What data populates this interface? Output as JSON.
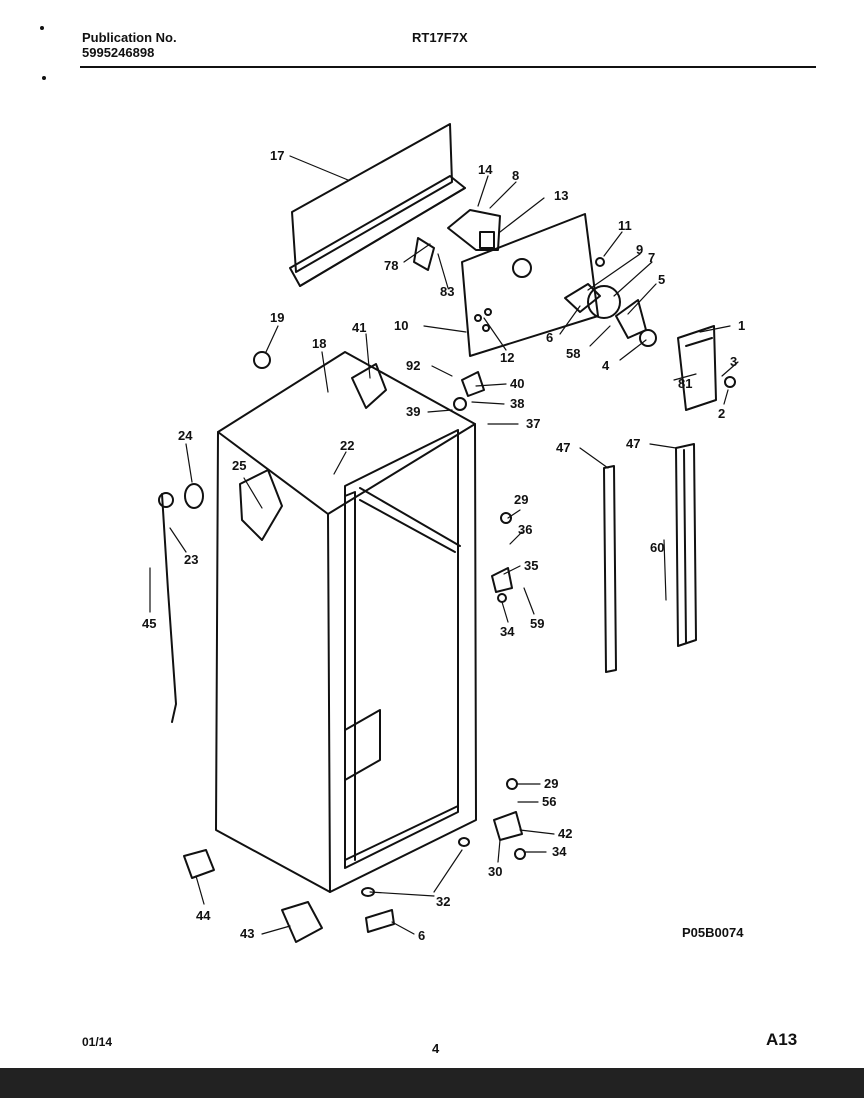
{
  "header": {
    "publication_label": "Publication No.",
    "publication_number": "5995246898",
    "model": "RT17F7X"
  },
  "diagram": {
    "callouts": [
      "17",
      "14",
      "8",
      "13",
      "11",
      "9",
      "7",
      "5",
      "1",
      "78",
      "83",
      "10",
      "12",
      "6",
      "58",
      "4",
      "3",
      "81",
      "2",
      "19",
      "18",
      "41",
      "92",
      "40",
      "39",
      "38",
      "37",
      "22",
      "47",
      "47",
      "24",
      "25",
      "29",
      "36",
      "35",
      "59",
      "34",
      "60",
      "23",
      "45",
      "29",
      "56",
      "42",
      "34",
      "30",
      "44",
      "32",
      "43",
      "6"
    ]
  },
  "footer": {
    "diagram_code": "P05B0074",
    "date_code": "01/14",
    "page_number": "4",
    "section": "A13"
  }
}
